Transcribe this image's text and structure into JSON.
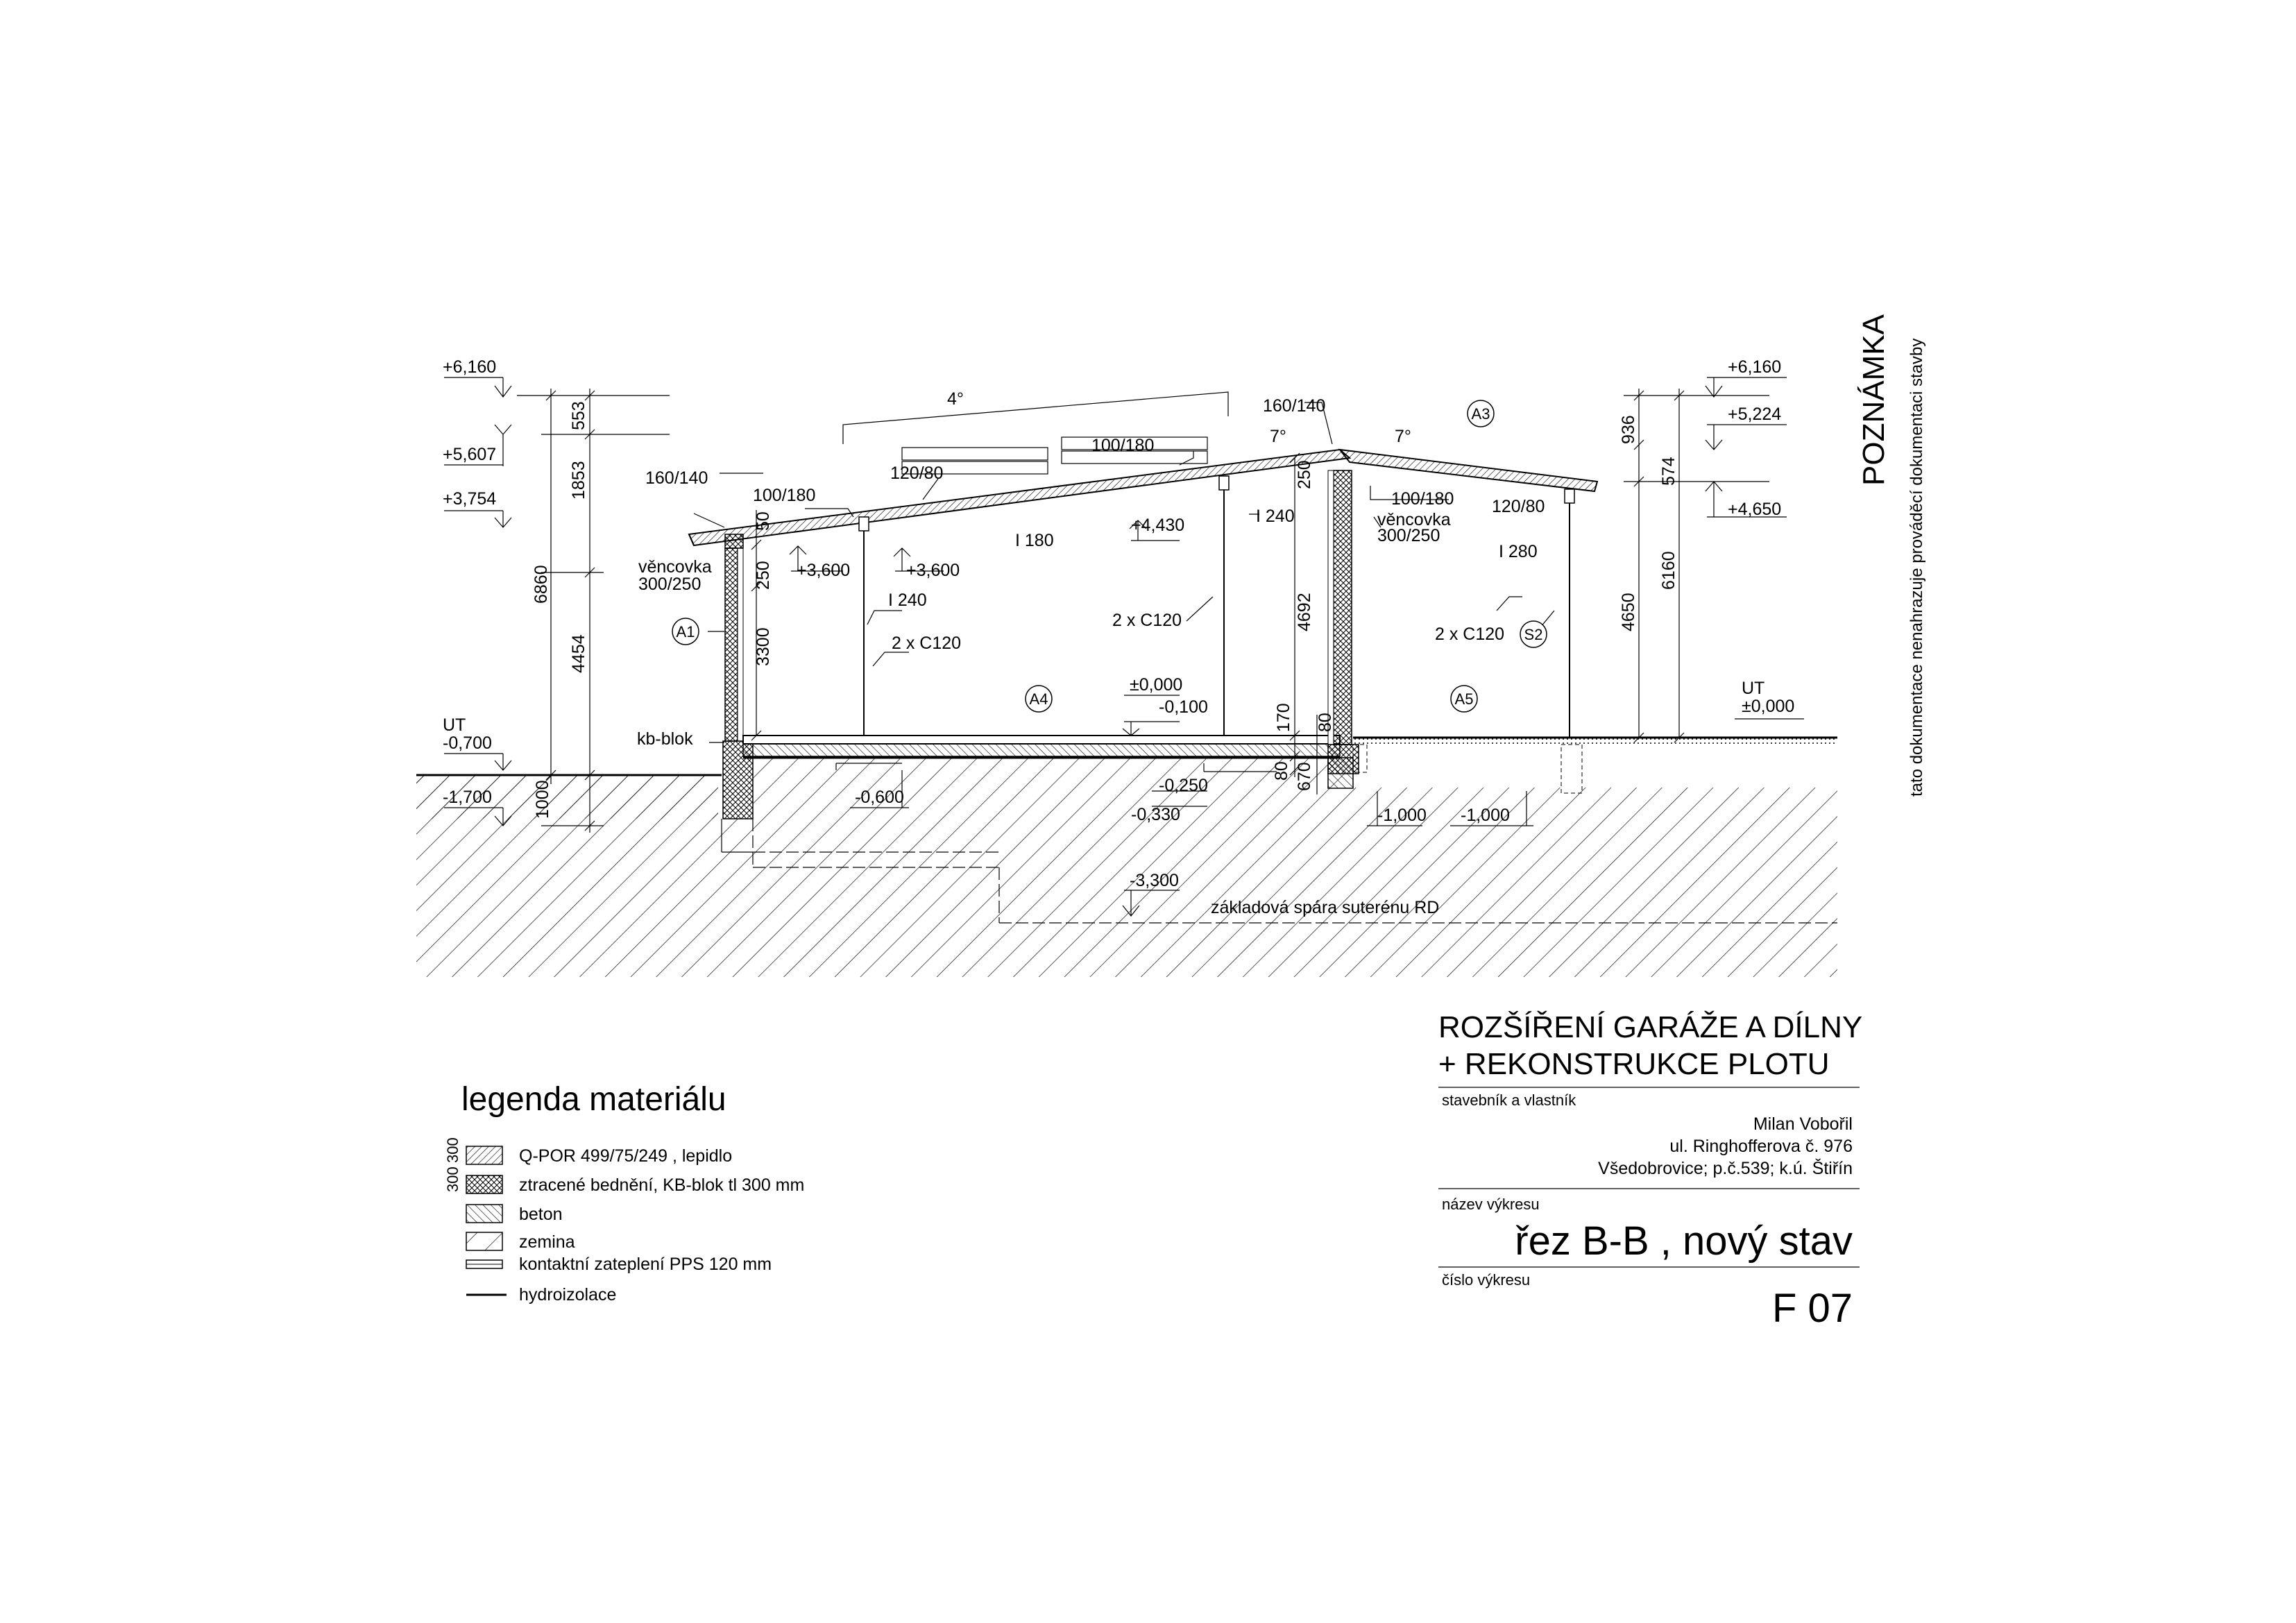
{
  "note": {
    "heading": "POZNÁMKA",
    "text": "tato dokumentace nenahrazuje prováděcí dokumentaci stavby"
  },
  "levels": {
    "left_top": "+6,160",
    "left_5607": "+5,607",
    "left_3754": "+3,754",
    "left_ut_label": "UT",
    "left_ut_val": "-0,700",
    "left_1700": "-1,700",
    "right_top": "+6,160",
    "right_5224": "+5,224",
    "right_4650": "+4,650",
    "right_ut_label": "UT",
    "right_ut_val": "±0,000",
    "p3600a": "+3,600",
    "p3600b": "+3,600",
    "p4430": "+4,430",
    "pm0000": "±0,000",
    "m0100": "-0,100",
    "m0600": "-0,600",
    "m0250": "-0,250",
    "m0330": "-0,330",
    "m3300": "-3,300",
    "m1000a": "-1,000",
    "m1000b": "-1,000"
  },
  "dims": {
    "d553": "553",
    "d1853": "1853",
    "d6860": "6860",
    "d4454": "4454",
    "d1000": "1000",
    "d250": "250",
    "d3300": "3300",
    "d50": "50",
    "d4692": "4692",
    "d250b": "250",
    "d170": "170",
    "d80": "80",
    "d80b": "80",
    "d670": "670",
    "d936": "936",
    "d574": "574",
    "d4650": "4650",
    "d6160": "6160"
  },
  "labels": {
    "deg4": "4°",
    "deg7a": "7°",
    "deg7b": "7°",
    "p160_140_top": "160/140",
    "p160_140_left": "160/140",
    "p100_180_a": "100/180",
    "p100_180_b": "100/180",
    "p100_180_c": "100/180",
    "p120_80_a": "120/80",
    "p120_80_b": "120/80",
    "i180": "I 180",
    "i240a": "I 240",
    "i240b": "I 240",
    "i280": "I 280",
    "vencovka_l1": "věncovka",
    "vencovka_l2": "300/250",
    "vencovka_r1": "věncovka",
    "vencovka_r2": "300/250",
    "c120a": "2 x C120",
    "c120b": "2 x C120",
    "c120c": "2 x C120",
    "kb_blok": "kb-blok",
    "zakladova": "základová spára suterénu RD",
    "A1": "A1",
    "A3": "A3",
    "A4": "A4",
    "A5": "A5",
    "S2": "S2"
  },
  "legend": {
    "title": "legenda materiálu",
    "items": [
      {
        "mark": "300",
        "label": "Q-POR 499/75/249 , lepidlo"
      },
      {
        "mark": "300",
        "label": "ztracené bednění, KB-blok tl 300 mm"
      },
      {
        "mark": "",
        "label": "beton"
      },
      {
        "mark": "",
        "label": "zemina"
      },
      {
        "mark": "",
        "label": "kontaktní zateplení PPS 120 mm"
      },
      {
        "mark": "",
        "label": "hydroizolace"
      }
    ]
  },
  "title_block": {
    "project_l1": "ROZŠÍŘENÍ GARÁŽE A DÍLNY",
    "project_l2": "+ REKONSTRUKCE PLOTU",
    "owner_label": "stavebník a vlastník",
    "owner_name": "Milan Vobořil",
    "owner_street": "ul. Ringhofferova č. 976",
    "owner_place": "Všedobrovice; p.č.539; k.ú. Štiřín",
    "drawing_name_label": "název výkresu",
    "drawing_name": "řez B-B , nový stav",
    "drawing_no_label": "číslo výkresu",
    "drawing_no": "F 07"
  }
}
